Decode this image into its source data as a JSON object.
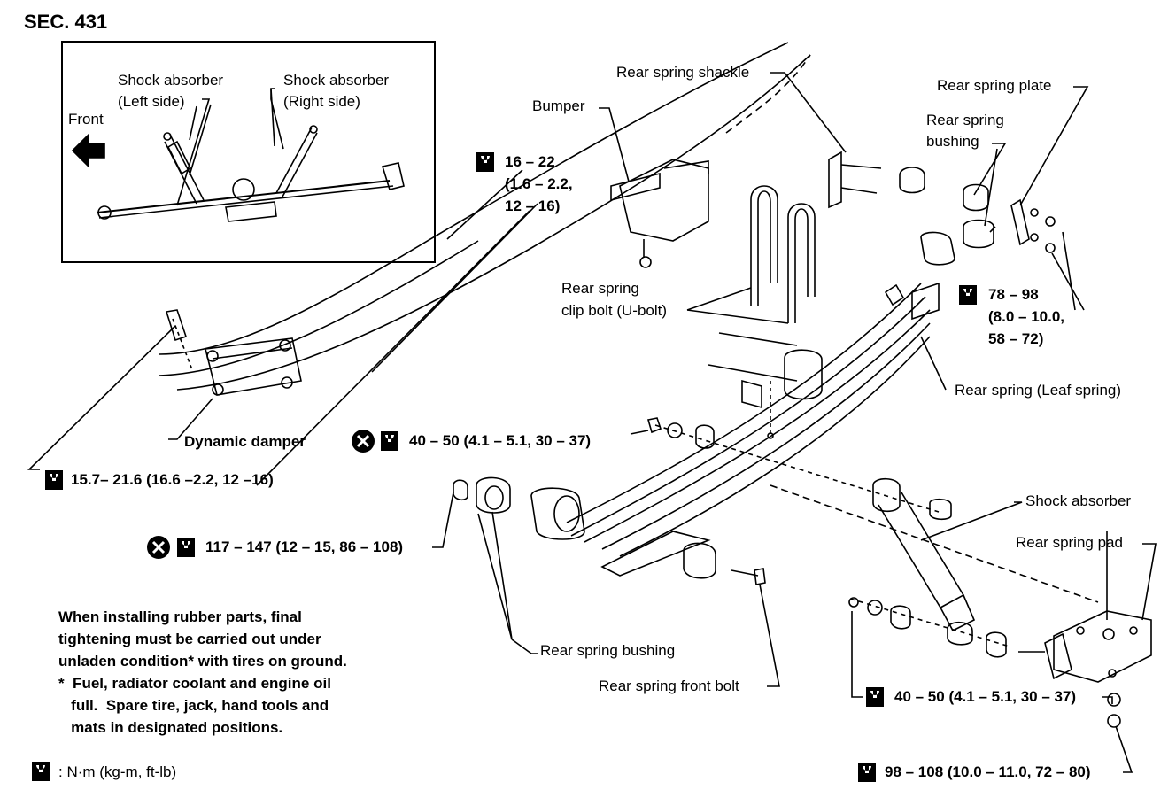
{
  "section": "SEC. 431",
  "inset": {
    "shock_left": [
      "Shock absorber",
      "(Left side)"
    ],
    "shock_right": [
      "Shock absorber",
      "(Right side)"
    ],
    "front": "Front"
  },
  "labels": {
    "rear_spring_shackle": "Rear spring shackle",
    "bumper": "Bumper",
    "rear_spring_plate": "Rear spring plate",
    "rear_spring_bushing_top": [
      "Rear spring",
      "bushing"
    ],
    "rear_spring_clip_bolt": [
      "Rear spring",
      "clip bolt (U-bolt)"
    ],
    "rear_spring_leaf": "Rear spring (Leaf spring)",
    "dynamic_damper": "Dynamic damper",
    "shock_absorber": "Shock absorber",
    "rear_spring_pad": "Rear spring pad",
    "rear_spring_bushing_bottom": "Rear spring bushing",
    "rear_spring_front_bolt": "Rear spring front bolt"
  },
  "torques": {
    "bumper": [
      "16 – 22",
      "(1.6 – 2.2,",
      "12 – 16)"
    ],
    "shackle": [
      "78 – 98",
      "(8.0 – 10.0,",
      "58 – 72)"
    ],
    "shock_upper": "40 – 50 (4.1 – 5.1, 30 – 37)",
    "damper": "15.7– 21.6 (16.6 –2.2, 12 –16)",
    "front_bolt": "117 – 147 (12 – 15, 86 – 108)",
    "shock_lower": "40 – 50 (4.1 – 5.1, 30 – 37)",
    "pad_nut": "98 – 108 (10.0 – 11.0, 72 – 80)"
  },
  "note": [
    "When installing rubber parts, final",
    "tightening must be carried out under",
    "unladen condition* with tires on ground.",
    "*  Fuel, radiator coolant and engine oil",
    "   full.  Spare tire, jack, hand tools and",
    "   mats in designated positions."
  ],
  "legend": ": N·m (kg-m, ft-lb)"
}
